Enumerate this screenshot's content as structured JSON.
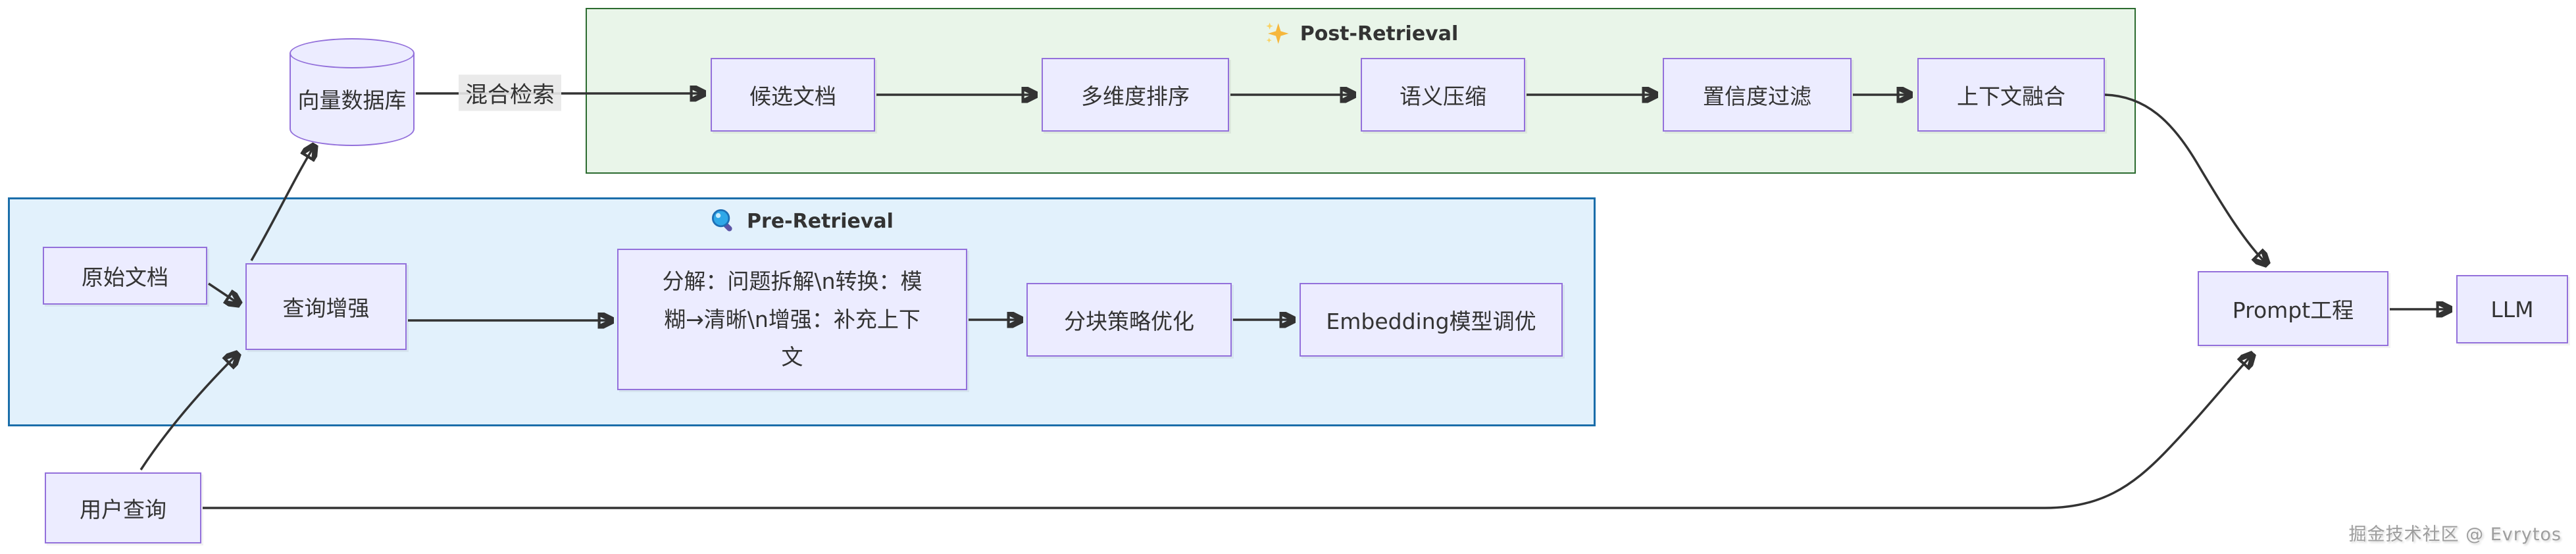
{
  "diagram": {
    "groups": {
      "post_retrieval": {
        "title": "Post-Retrieval",
        "icon": "sparkles-icon",
        "fill": "#E9F5E9",
        "border": "#2B6B2F"
      },
      "pre_retrieval": {
        "title": "Pre-Retrieval",
        "icon": "magnifier-icon",
        "fill": "#E2F1FC",
        "border": "#1B6EAA"
      }
    },
    "nodes": {
      "vector_db": {
        "label": "向量数据库",
        "shape": "cylinder"
      },
      "candidate_docs": {
        "label": "候选文档"
      },
      "multi_rank": {
        "label": "多维度排序"
      },
      "semantic_compress": {
        "label": "语义压缩"
      },
      "confidence_filter": {
        "label": "置信度过滤"
      },
      "context_fusion": {
        "label": "上下文融合"
      },
      "raw_docs": {
        "label": "原始文档"
      },
      "query_enhance": {
        "label": "查询增强"
      },
      "query_transform": {
        "lines": [
          "分解：问题拆解\\n转换：模",
          "糊→清晰\\n增强：补充上下",
          "文"
        ]
      },
      "chunk_opt": {
        "label": "分块策略优化"
      },
      "embedding_tune": {
        "label": "Embedding模型调优"
      },
      "user_query": {
        "label": "用户查询"
      },
      "prompt_eng": {
        "label": "Prompt工程"
      },
      "llm": {
        "label": "LLM"
      }
    },
    "edge_labels": {
      "hybrid_search": "混合检索"
    },
    "colors": {
      "node_fill": "#ECECFF",
      "node_border": "#9370DB",
      "edge": "#333333",
      "edge_label_bg": "#E8E8E8",
      "text": "#333333"
    },
    "watermark": "掘金技术社区 @ Evrytos"
  }
}
